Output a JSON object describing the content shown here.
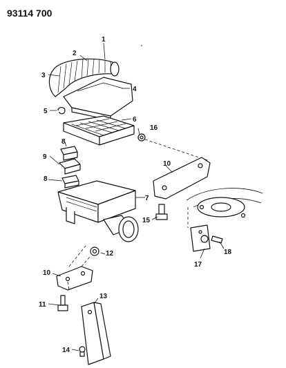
{
  "header": {
    "code": "93114  700"
  },
  "callouts": [
    {
      "id": "c1",
      "text": "1"
    },
    {
      "id": "c2",
      "text": "2"
    },
    {
      "id": "c3",
      "text": "3"
    },
    {
      "id": "c4",
      "text": "4"
    },
    {
      "id": "c5",
      "text": "5"
    },
    {
      "id": "c6",
      "text": "6"
    },
    {
      "id": "c7",
      "text": "7"
    },
    {
      "id": "c8a",
      "text": "8"
    },
    {
      "id": "c8b",
      "text": "8"
    },
    {
      "id": "c9",
      "text": "9"
    },
    {
      "id": "c10a",
      "text": "10"
    },
    {
      "id": "c10b",
      "text": "10"
    },
    {
      "id": "c11",
      "text": "11"
    },
    {
      "id": "c12",
      "text": "12"
    },
    {
      "id": "c13",
      "text": "13"
    },
    {
      "id": "c14",
      "text": "14"
    },
    {
      "id": "c15",
      "text": "15"
    },
    {
      "id": "c16",
      "text": "16"
    },
    {
      "id": "c17",
      "text": "17"
    },
    {
      "id": "c18",
      "text": "18"
    }
  ]
}
